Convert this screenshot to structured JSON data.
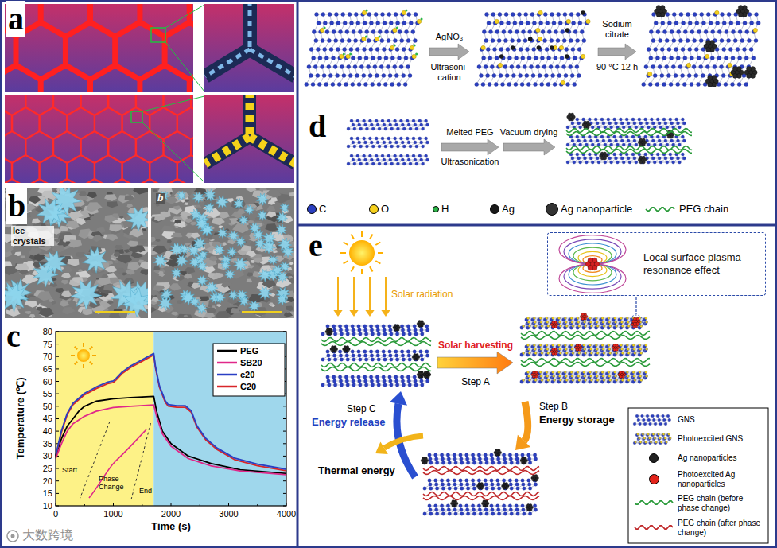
{
  "diagram": {
    "nodes": [
      {
        "text": [
          "Local surface plasma resonance effect"
        ]
      }
    ],
    "labels": [
      "a",
      "b",
      "Ice crystals",
      "b",
      "c",
      "Temperature (℃)",
      "80",
      "75",
      "70",
      "65",
      "60",
      "55",
      "50",
      "45",
      "40",
      "35",
      "30",
      "25",
      "20",
      "15",
      "10",
      "0",
      "1000",
      "2000",
      "3000",
      "4000",
      "Time (s)",
      "Start",
      "Phase Change",
      "End",
      "AgNO₃",
      "Ultrasoni- cation",
      "Sodium citrate",
      "90 °C 12 h",
      "d",
      "Melted PEG",
      "Ultrasonication",
      "Vacuum drying",
      "e",
      "Solar radiation",
      "Solar harvesting",
      "Step A",
      "Step B",
      "Energy storage",
      "Step C",
      "Energy release",
      "Thermal energy",
      "大数跨境"
    ],
    "legend": [
      {
        "text": "PEG"
      },
      {
        "text": "SB20"
      },
      {
        "text": "c20"
      },
      {
        "text": "C20"
      },
      {
        "text": "C",
        "color": "#2b3fc0"
      },
      {
        "text": "O",
        "color": "#f5d01c"
      },
      {
        "text": "H",
        "color": "#2eb84a"
      },
      {
        "text": "Ag",
        "color": "#1a1a1a"
      },
      {
        "text": "Ag nanoparticle",
        "color": "#333333"
      },
      {
        "text": "PEG chain"
      },
      {
        "text": "GNS"
      },
      {
        "text": "Photoexcited GNS"
      },
      {
        "text": "Ag nanoparticles",
        "color": "#222222"
      },
      {
        "text": "Photoexcited Ag nanoparticles",
        "color": "#e3241b"
      },
      {
        "text": "PEG chain (before phase change)"
      },
      {
        "text": "PEG chain (after phase change)"
      }
    ]
  }
}
